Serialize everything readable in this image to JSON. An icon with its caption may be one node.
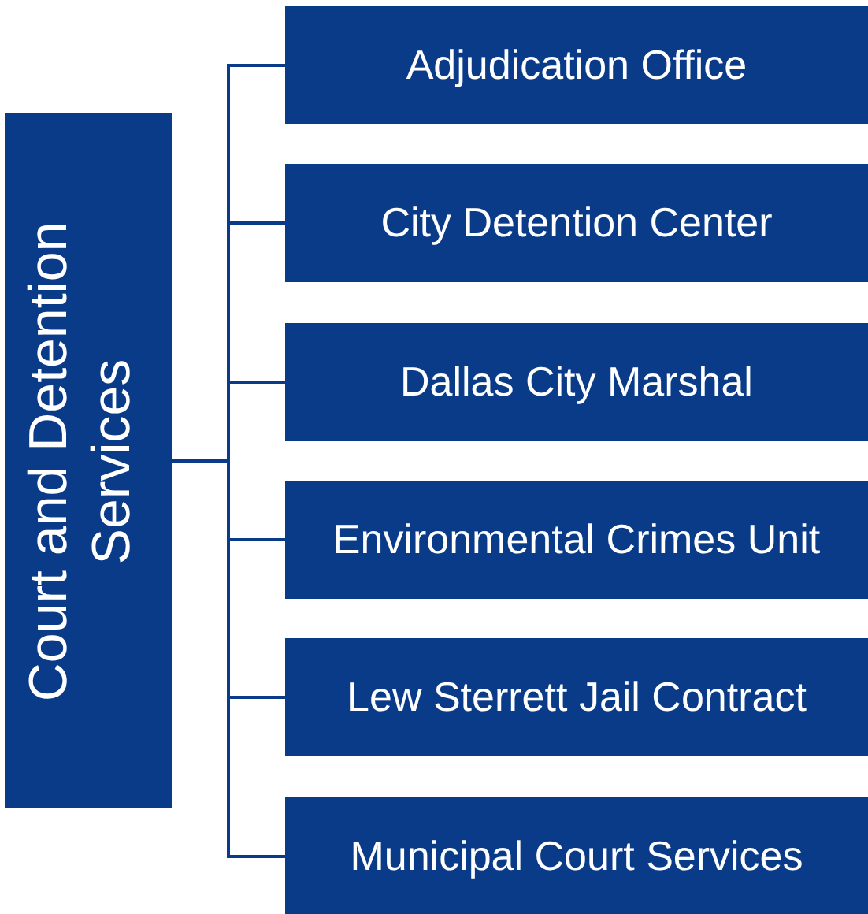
{
  "diagram": {
    "nodes": [
      {
        "text": [
          "Court and Detention Services"
        ]
      },
      {
        "text": [
          "Adjudication Office"
        ]
      },
      {
        "text": [
          "City Detention Center"
        ]
      },
      {
        "text": [
          "Dallas City Marshal"
        ]
      },
      {
        "text": [
          "Environmental Crimes Unit"
        ]
      },
      {
        "text": [
          "Lew Sterrett Jail Contract"
        ]
      },
      {
        "text": [
          "Municipal Court Services"
        ]
      }
    ],
    "edges": [
      {
        "from": 0,
        "to": 1,
        "arrow": "none"
      },
      {
        "from": 0,
        "to": 2,
        "arrow": "none"
      },
      {
        "from": 0,
        "to": 3,
        "arrow": "none"
      },
      {
        "from": 0,
        "to": 4,
        "arrow": "none"
      },
      {
        "from": 0,
        "to": 5,
        "arrow": "none"
      },
      {
        "from": 0,
        "to": 6,
        "arrow": "none"
      }
    ]
  }
}
